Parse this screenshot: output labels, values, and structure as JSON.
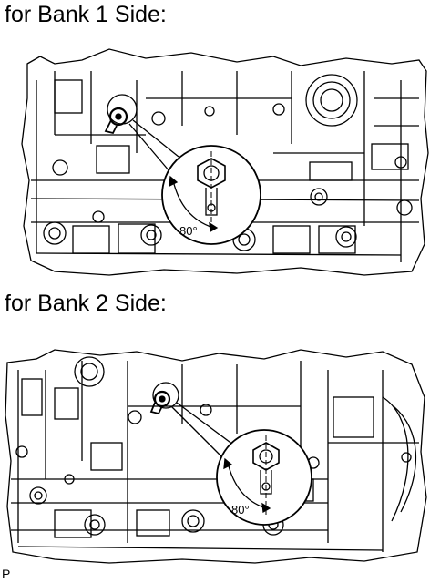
{
  "bank1": {
    "label": "for Bank 1 Side:",
    "angle": "80°"
  },
  "bank2": {
    "label": "for Bank 2 Side:",
    "angle": "80°"
  },
  "footer": {
    "code": "P"
  }
}
